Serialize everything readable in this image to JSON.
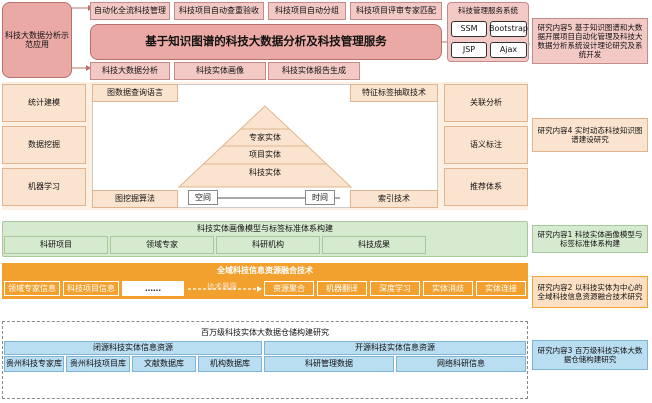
{
  "top": {
    "demo_app": "科技大数据分析示范应用",
    "modules_row1": [
      "自动化全流科技管理",
      "科技项目自动查重验收",
      "科技项目自动分组",
      "科技项目评审专家匹配"
    ],
    "main_title": "基于知识图谱的科技大数据分析及科技管理服务",
    "modules_row3": [
      "科技大数据分析",
      "科技实体画像",
      "科技实体报告生成"
    ],
    "system_title": "科技管理服务系统",
    "tech_stack": [
      "SSM",
      "Bootstrap",
      "JSP",
      "Ajax"
    ]
  },
  "middle": {
    "left_tech": [
      "统计建模",
      "数据挖掘",
      "机器学习"
    ],
    "right_tech": [
      "关联分析",
      "语义标注",
      "推荐体系"
    ],
    "top_left": "图数据查询语言",
    "top_right": "特征标签抽取技术",
    "bottom_left": "图挖掘算法",
    "bottom_right": "索引技术",
    "pyramid": [
      "专家实体",
      "项目实体",
      "科技实体"
    ],
    "space": "空间",
    "time": "时间"
  },
  "tag_layer": {
    "title": "科技实体画像模型与标签标准体系构建",
    "items": [
      "科研项目",
      "领域专家",
      "科研机构",
      "科技成果"
    ]
  },
  "fusion_layer": {
    "title": "全域科技信息资源融合技术",
    "left_items": [
      "领域专家信息",
      "科技项目信息",
      "……"
    ],
    "arrow_label": "技术暴露",
    "right_items": [
      "资源聚合",
      "机器翻译",
      "深度学习",
      "实体消歧",
      "实体连接"
    ]
  },
  "warehouse_layer": {
    "title": "百万级科技实体大数据仓储构建研究",
    "closed_title": "闭源科技实体信息资源",
    "open_title": "开源科技实体信息资源",
    "closed_items": [
      "贵州科技专家库",
      "贵州科技项目库",
      "文献数据库",
      "机构数据库"
    ],
    "open_items": [
      "科研管理数据",
      "网络科研信息"
    ]
  },
  "research": {
    "r5": "研究内容5 基于知识图谱和大数据开展项目自动化管理及科技大数据分析系统设计理论研究及系统开发",
    "r4": "研究内容4 实时动态科技知识图谱建设研究",
    "r1": "研究内容1 科技实体画像模型与标签标准体系构建",
    "r2": "研究内容2 以科技实体为中心的全域科技信息资源融合技术研究",
    "r3": "研究内容3 百万级科技实体大数据仓储构建研究"
  },
  "colors": {
    "pink": "#f3c9c6",
    "peach": "#fbe4cf",
    "green": "#d6ead0",
    "orange": "#f2a12f",
    "blue": "#b9ddf1"
  }
}
